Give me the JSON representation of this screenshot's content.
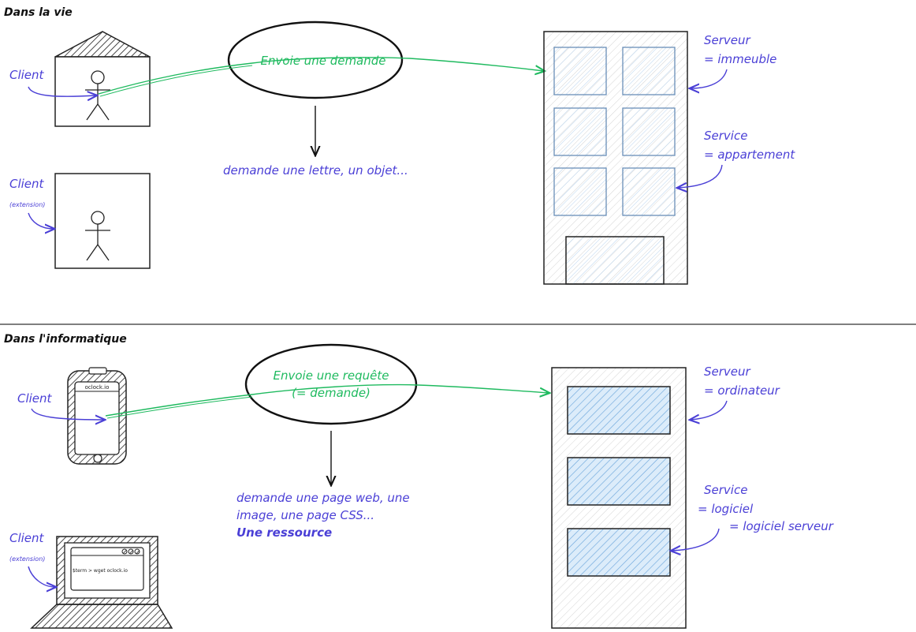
{
  "colors": {
    "annotation": "#4a3fd6",
    "request": "#1fba5f",
    "ink": "#111111",
    "window_fill": "#c9e4f8"
  },
  "top_section": {
    "heading": "Dans la vie",
    "client_1_label": "Client",
    "client_2_label": "Client",
    "client_2_note": "(extension)",
    "request_label": "Envoie une demande",
    "request_detail": "demande une lettre, un objet...",
    "server_line1": "Serveur",
    "server_line2": "= immeuble",
    "service_line1": "Service",
    "service_line2": "= appartement"
  },
  "bottom_section": {
    "heading": "Dans l'informatique",
    "client_1_label": "Client",
    "phone_url": "oclock.io",
    "client_2_label": "Client",
    "client_2_note": "(extension)",
    "terminal_text": "$term > wget oclock.io",
    "request_line1": "Envoie une requête",
    "request_line2": "(= demande)",
    "detail_line1": "demande une page web, une",
    "detail_line2": "image, une page CSS...",
    "detail_line3": "Une ressource",
    "server_line1": "Serveur",
    "server_line2": "= ordinateur",
    "service_line1": "Service",
    "service_line2": "= logiciel",
    "service_line3": "= logiciel serveur"
  },
  "icons": [
    "house-icon",
    "person-icon",
    "building-icon",
    "smartphone-icon",
    "laptop-icon",
    "computer-tower-icon"
  ]
}
